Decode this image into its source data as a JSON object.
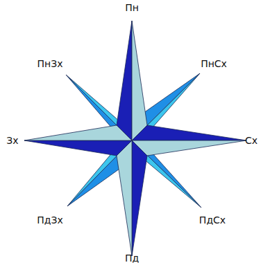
{
  "diagram": {
    "labels": [
      "Пн",
      "ПнСх",
      "Сх",
      "ПдСх",
      "Пд",
      "ПдЗх",
      "Зх",
      "ПнЗх"
    ]
  }
}
